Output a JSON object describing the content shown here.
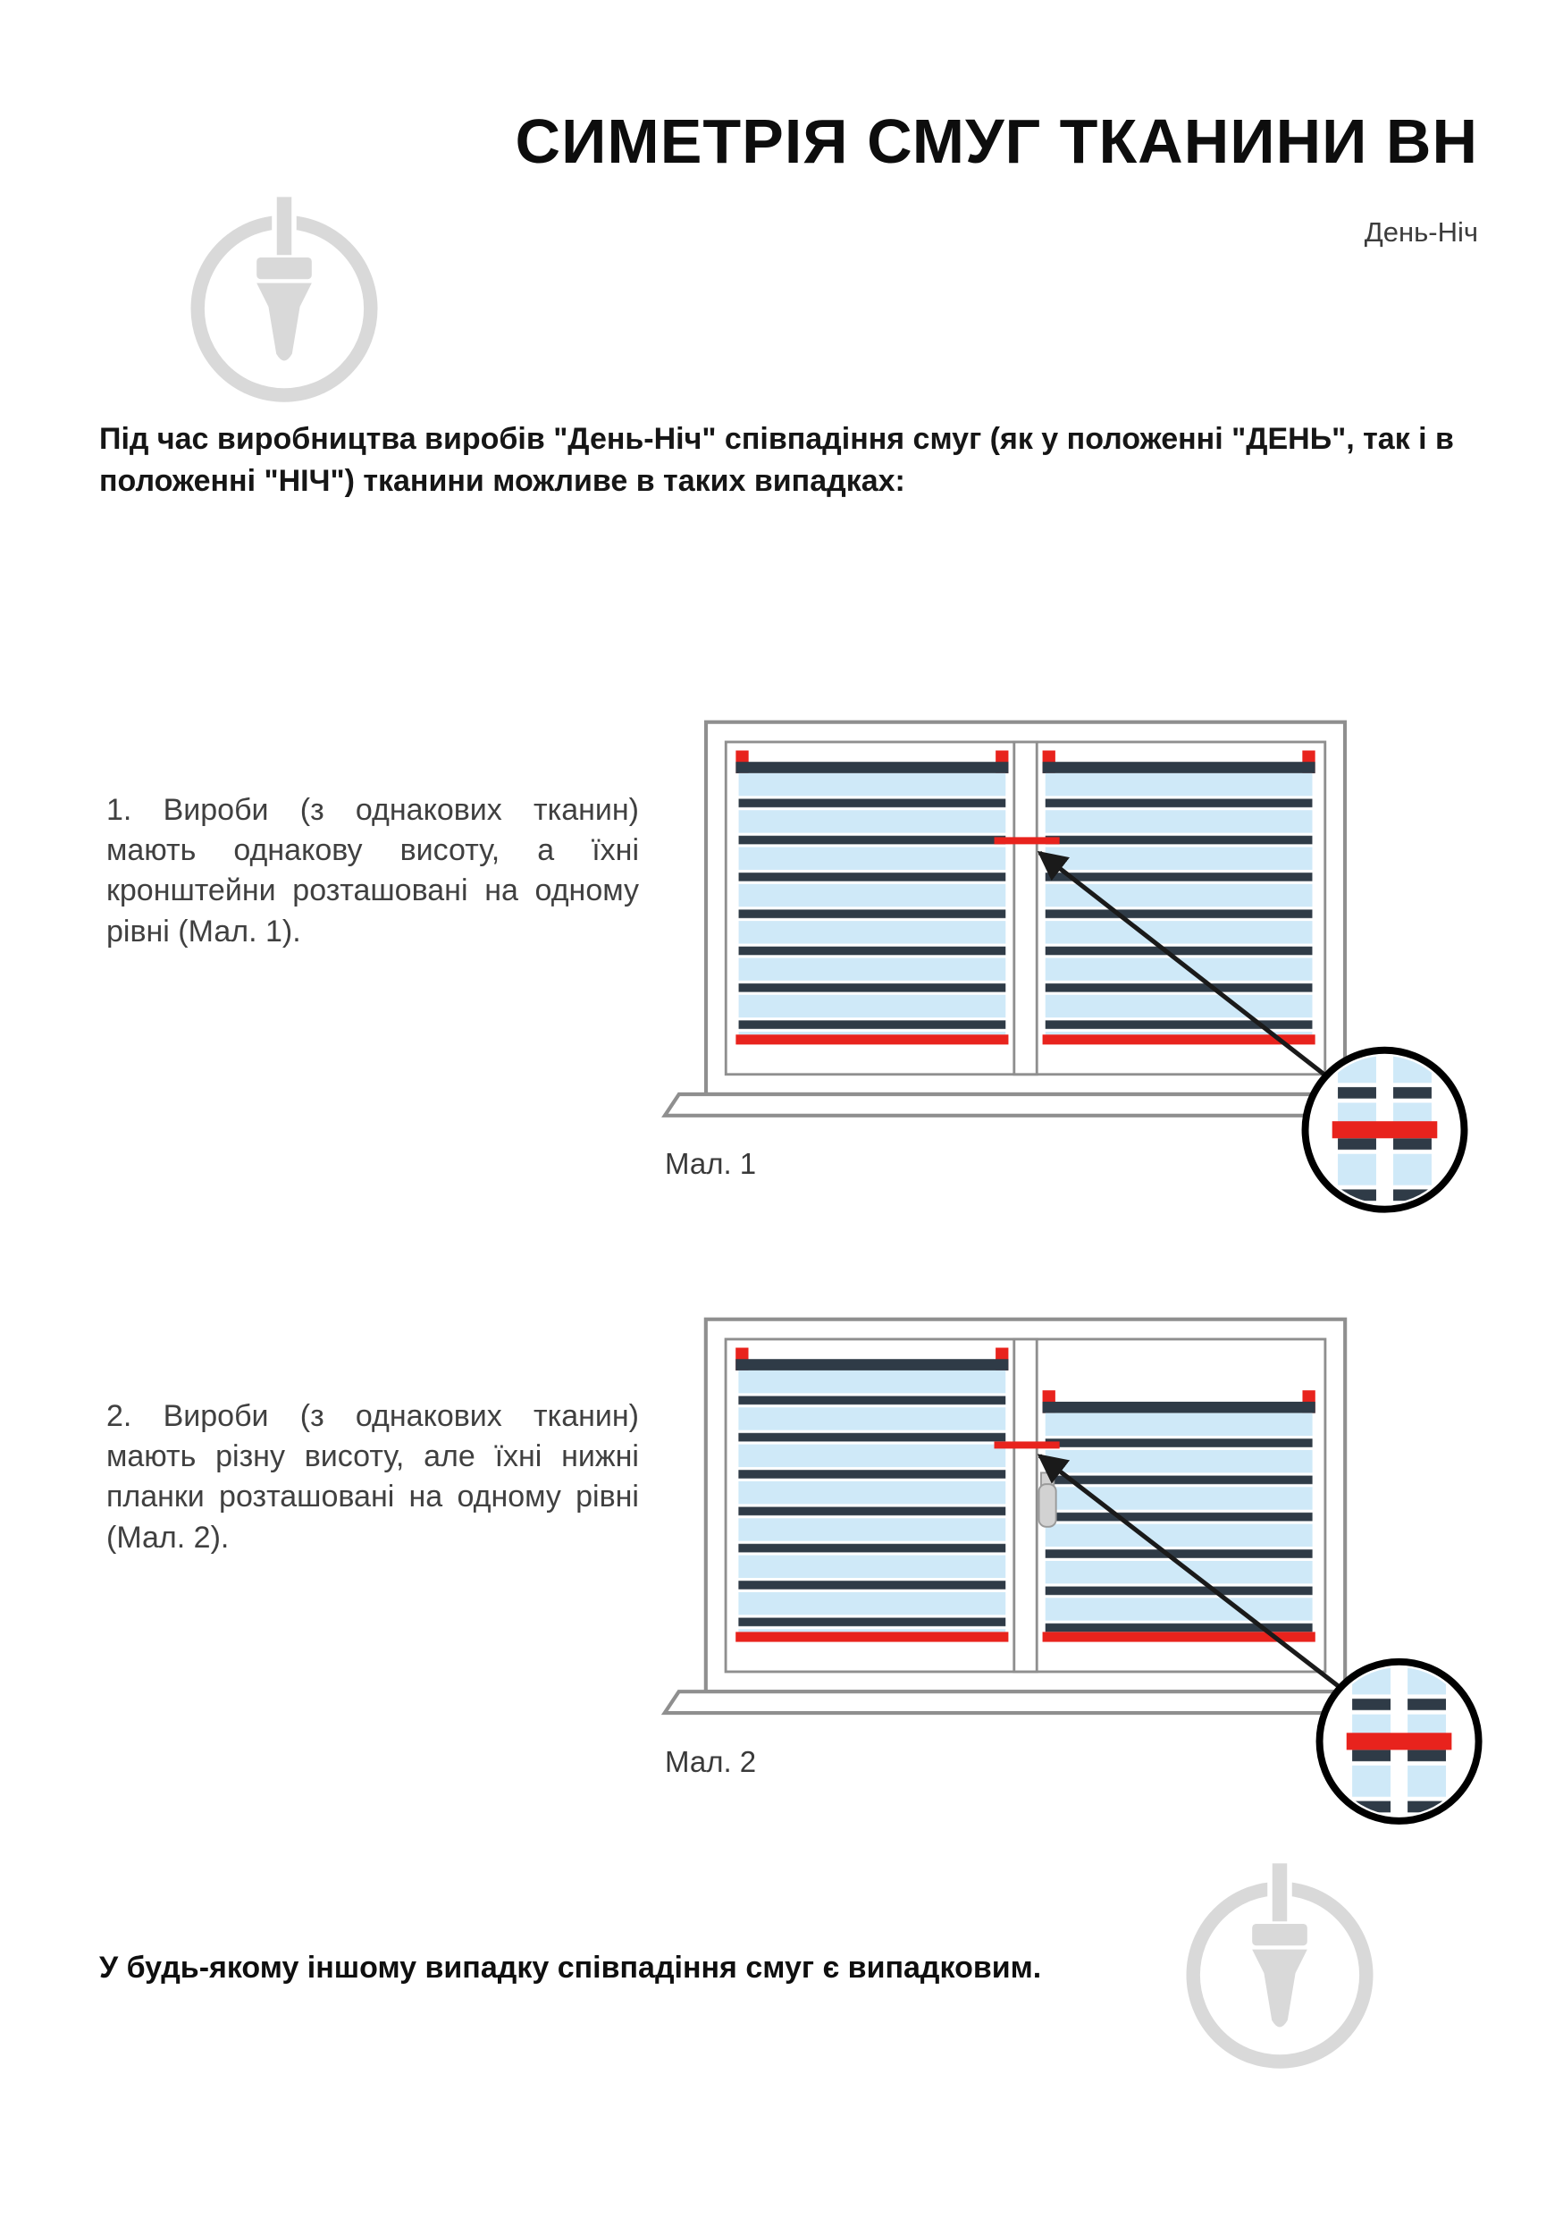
{
  "page": {
    "title": "СИМЕТРІЯ СМУГ ТКАНИНИ ВН",
    "subtitle": "День-Ніч",
    "intro": "Під час виробництва виробів \"День-Ніч\" співпадіння смуг (як у положенні \"ДЕНЬ\", так і в положенні \"НІЧ\") тканини можливе в таких випадках:",
    "case1": {
      "text": "1. Вироби (з однакових тканин) мають однакову висоту, а їхні кронштейни розташовані на одному рівні (Мал. 1).",
      "caption": "Мал. 1"
    },
    "case2": {
      "text": "2. Вироби (з однакових тканин) мають різну висоту, але їхні нижні планки розташовані на одному рівні (Мал. 2).",
      "caption": "Мал. 2"
    },
    "footer": "У будь-якому іншому випадку співпадіння смуг є випадковим.",
    "colors": {
      "accent_red": "#e8231d",
      "stripe_dark": "#2f3b47",
      "stripe_light": "#cfe9f8",
      "frame_gray": "#8f8f8f",
      "watermark_gray": "#d9d9d9"
    }
  }
}
